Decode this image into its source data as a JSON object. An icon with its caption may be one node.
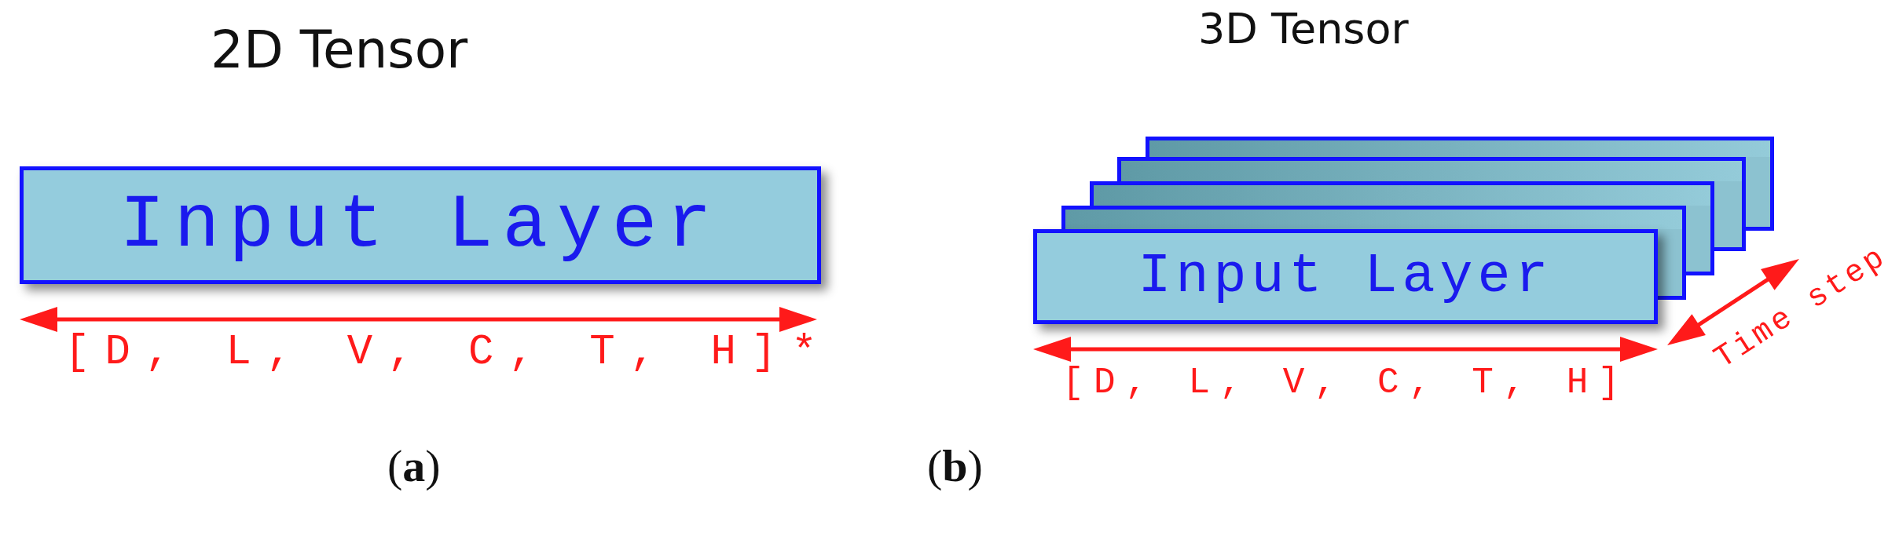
{
  "diagram": {
    "nodes": [
      {
        "text": [
          "Input Layer"
        ]
      },
      {
        "text": [],
        "shape": "box"
      },
      {
        "text": [],
        "shape": "box"
      },
      {
        "text": [],
        "shape": "box"
      },
      {
        "text": [],
        "shape": "box"
      },
      {
        "text": [
          "Input Layer"
        ]
      }
    ],
    "labels": [
      "2D Tensor",
      "3D Tensor",
      "[D, L, V, C, T, H]*",
      "[D, L, V, C, T, H]",
      "Time step",
      "(**a**)",
      "(**b**)"
    ]
  }
}
